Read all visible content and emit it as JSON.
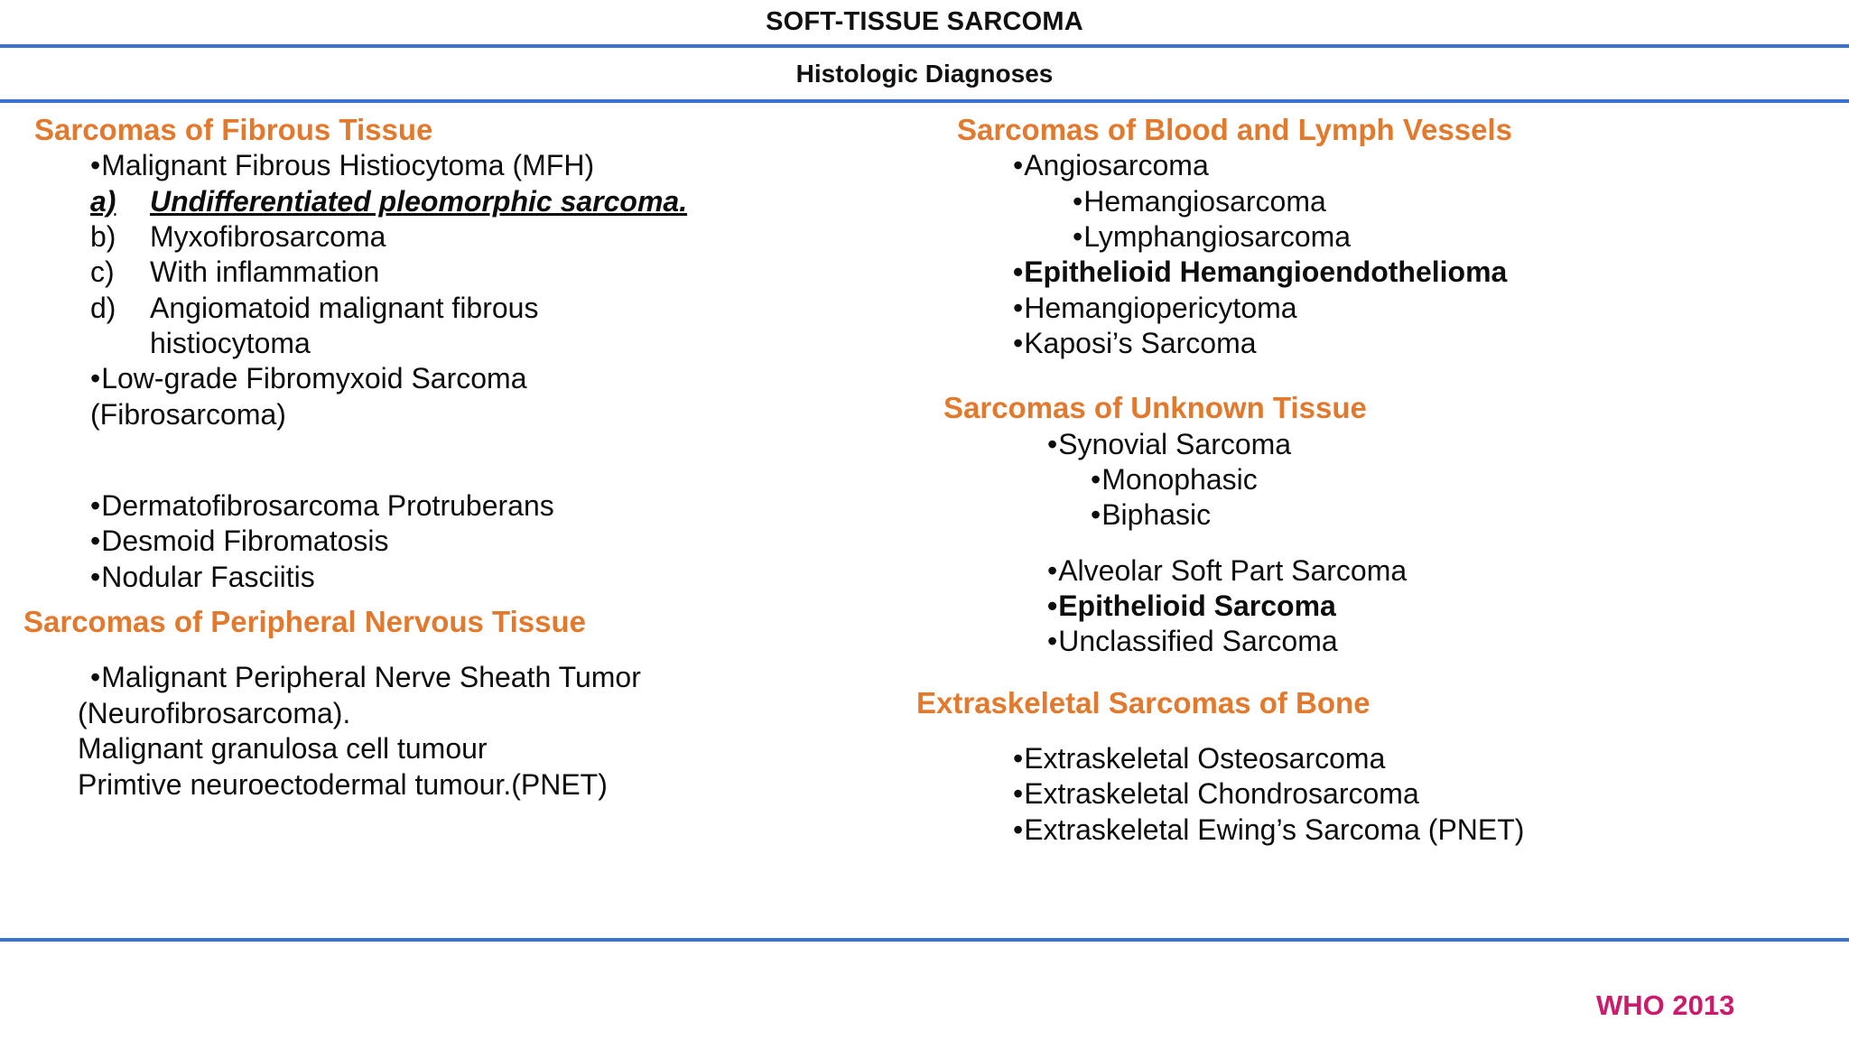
{
  "header": {
    "title": "SOFT-TISSUE SARCOMA",
    "subtitle": "Histologic Diagnoses"
  },
  "colors": {
    "section_heading": "#e3792c",
    "rule": "#3b72d0",
    "source_note": "#cc1a6c",
    "body_text": "#0d0d0d"
  },
  "left_column": {
    "sections": [
      {
        "heading": "Sarcomas of Fibrous Tissue",
        "items": [
          {
            "marker": "•",
            "text": "Malignant Fibrous Histiocytoma (MFH)"
          },
          {
            "marker": "a)",
            "text": "Undifferentiated pleomorphic sarcoma."
          },
          {
            "marker": "b)",
            "text": "Myxofibrosarcoma"
          },
          {
            "marker": "c)",
            "text": "With inflammation"
          },
          {
            "marker": "d)",
            "text": "Angiomatoid malignant fibrous"
          },
          {
            "marker": "",
            "text": "histiocytoma"
          },
          {
            "marker": "•",
            "text": "Low-grade Fibromyxoid Sarcoma"
          },
          {
            "marker": "",
            "text": "(Fibrosarcoma)"
          },
          {
            "marker": "•",
            "text": "Dermatofibrosarcoma Protruberans"
          },
          {
            "marker": "•",
            "text": "Desmoid Fibromatosis"
          },
          {
            "marker": "•",
            "text": "Nodular Fasciitis"
          }
        ]
      },
      {
        "heading": "Sarcomas of Peripheral Nervous Tissue",
        "items": [
          {
            "marker": "•",
            "text": "Malignant Peripheral Nerve Sheath Tumor"
          },
          {
            "marker": "",
            "text": "(Neurofibrosarcoma)."
          },
          {
            "marker": "",
            "text": "Malignant granulosa cell tumour"
          },
          {
            "marker": "",
            "text": "Primtive neuroectodermal tumour.(PNET)"
          }
        ]
      }
    ]
  },
  "right_column": {
    "sections": [
      {
        "heading": "Sarcomas of Blood and Lymph Vessels",
        "items": [
          {
            "marker": "•",
            "text": "Angiosarcoma"
          },
          {
            "marker": "•",
            "text": "Hemangiosarcoma"
          },
          {
            "marker": "•",
            "text": "Lymphangiosarcoma"
          },
          {
            "marker": "•",
            "text": "Epithelioid Hemangioendothelioma"
          },
          {
            "marker": "•",
            "text": "Hemangiopericytoma"
          },
          {
            "marker": "•",
            "text": "Kaposi’s Sarcoma"
          }
        ]
      },
      {
        "heading": "Sarcomas of Unknown Tissue",
        "items": [
          {
            "marker": "•",
            "text": "Synovial Sarcoma"
          },
          {
            "marker": "•",
            "text": "Monophasic"
          },
          {
            "marker": "•",
            "text": "Biphasic"
          },
          {
            "marker": "•",
            "text": "Alveolar Soft Part Sarcoma"
          },
          {
            "marker": "•",
            "text": "Epithelioid Sarcoma"
          },
          {
            "marker": "•",
            "text": "Unclassified Sarcoma"
          }
        ]
      },
      {
        "heading": "Extraskeletal Sarcomas of Bone",
        "items": [
          {
            "marker": "•",
            "text": "Extraskeletal Osteosarcoma"
          },
          {
            "marker": "•",
            "text": "Extraskeletal Chondrosarcoma"
          },
          {
            "marker": "•",
            "text": "Extraskeletal Ewing’s Sarcoma (PNET)"
          }
        ]
      }
    ]
  },
  "footer": {
    "source": "WHO 2013"
  }
}
